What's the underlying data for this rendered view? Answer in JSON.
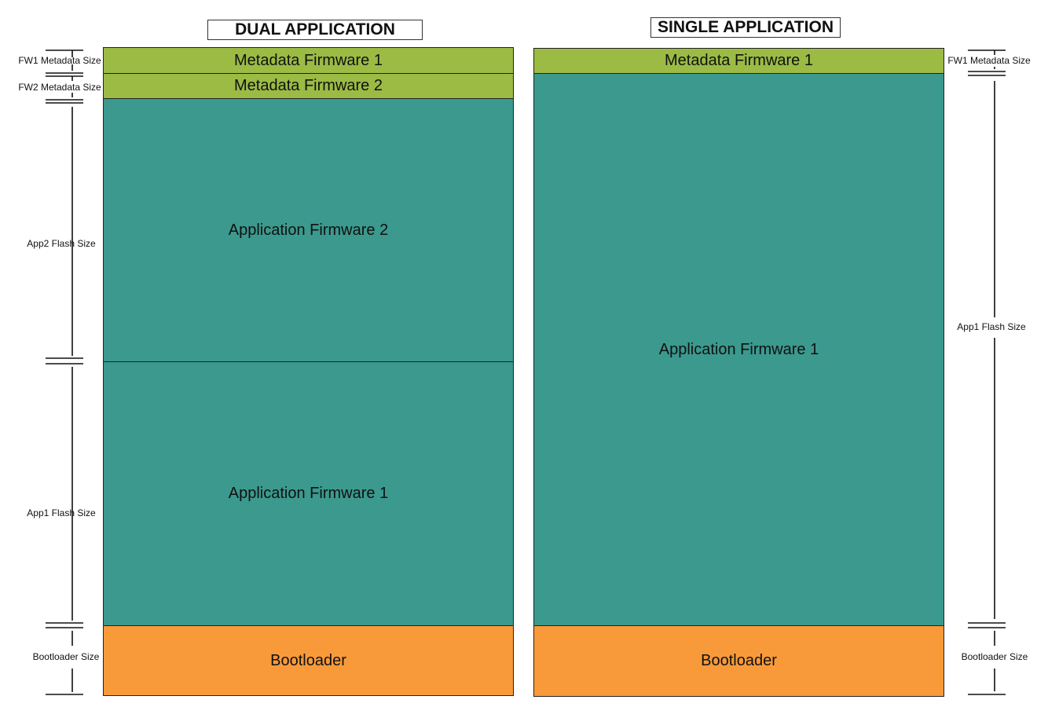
{
  "dual": {
    "title": "DUAL APPLICATION",
    "segments": {
      "meta_fw1": "Metadata Firmware 1",
      "meta_fw2": "Metadata Firmware 2",
      "app_fw2": "Application Firmware 2",
      "app_fw1": "Application Firmware 1",
      "bootloader": "Bootloader"
    },
    "dimensions": {
      "fw1_meta": "FW1 Metadata Size",
      "fw2_meta": "FW2 Metadata Size",
      "app2_flash": "App2 Flash Size",
      "app1_flash": "App1 Flash Size",
      "bootloader": "Bootloader Size"
    }
  },
  "single": {
    "title": "SINGLE APPLICATION",
    "segments": {
      "meta_fw1": "Metadata Firmware 1",
      "app_fw1": "Application Firmware 1",
      "bootloader": "Bootloader"
    },
    "dimensions": {
      "fw1_meta": "FW1 Metadata Size",
      "app1_flash": "App1 Flash Size",
      "bootloader": "Bootloader Size"
    }
  },
  "colors": {
    "metadata": "#9bbb45",
    "application": "#3b998e",
    "bootloader": "#f89a3a"
  }
}
